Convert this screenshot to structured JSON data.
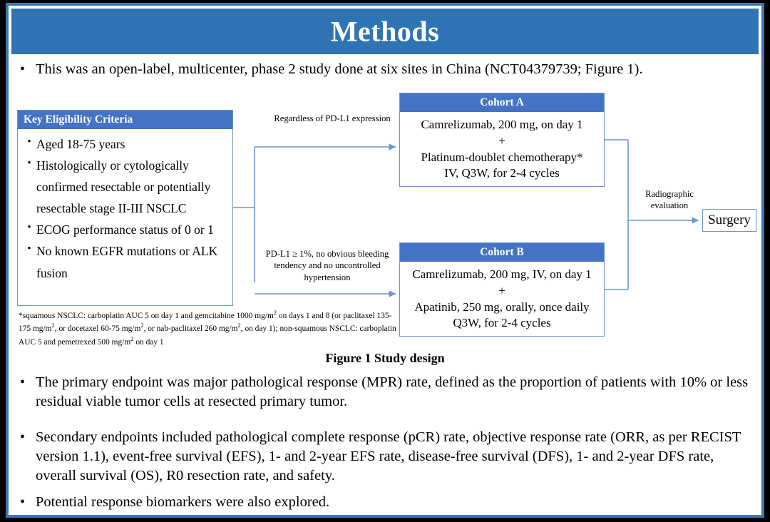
{
  "slide": {
    "title": "Methods",
    "title_banner_color": "#2E74B5",
    "frame_border_color": "#3C78B4",
    "box_header_color": "#4472C4",
    "connector_color": "#6C94D2"
  },
  "intro_bullet": {
    "dot": "•",
    "text": "This was an open-label, multicenter, phase 2 study done at six sites in China (NCT04379739; Figure 1)."
  },
  "diagram": {
    "eligibility": {
      "header": "Key  Eligibility Criteria",
      "items": [
        {
          "dot": "•",
          "label": "Aged 18-75 years"
        },
        {
          "dot": "•",
          "label": "Histologically or cytologically confirmed resectable or potentially resectable stage II-III  NSCLC"
        },
        {
          "dot": "•",
          "label": "ECOG performance status of 0 or 1"
        },
        {
          "dot": "•",
          "label": "No known EGFR mutations or ALK fusion"
        }
      ]
    },
    "footnote": "*squamous NSCLC: carboplatin AUC 5 on day 1 and gemcitabine 1000 mg/m2 on days 1 and 8 (or paclitaxel 135-175 mg/m2, or docetaxel 60-75 mg/m2, or nab-paclitaxel 260 mg/m2, on day 1); non-squamous NSCLC: carboplatin AUC 5 and pemetrexed 500 mg/m2 on day 1",
    "cohort_a": {
      "header": "Cohort A",
      "lines": [
        "Camrelizumab, 200 mg, on day 1",
        "+",
        "Platinum-doublet chemotherapy*",
        "IV, Q3W, for 2-4 cycles"
      ]
    },
    "cohort_b": {
      "header": "Cohort B",
      "lines": [
        "Camrelizumab, 200 mg, IV, on day 1",
        "+",
        "Apatinib, 250 mg, orally, once daily",
        "Q3W, for 2-4 cycles"
      ]
    },
    "connector_labels": {
      "to_cohort_a": "Regardless  of PD-L1 expression",
      "to_cohort_b": "PD-L1 ≥ 1%, no obvious bleeding tendency  and no uncontrolled  hypertension",
      "to_surgery": "Radiographic evaluation"
    },
    "surgery": {
      "label": "Surgery"
    }
  },
  "figure_caption": "Figure 1 Study design",
  "bullets": [
    {
      "dot": "•",
      "text": "The primary endpoint was major pathological response (MPR) rate, defined as the proportion of patients with 10% or less residual viable tumor cells at resected primary tumor."
    },
    {
      "dot": "•",
      "text": "Secondary endpoints included pathological complete response (pCR) rate, objective response rate (ORR, as per RECIST version 1.1), event-free survival (EFS), 1- and 2-year EFS rate, disease-free survival (DFS), 1- and 2-year DFS rate, overall survival (OS), R0 resection rate, and safety."
    },
    {
      "dot": "•",
      "text": "Potential response biomarkers were also explored."
    }
  ]
}
